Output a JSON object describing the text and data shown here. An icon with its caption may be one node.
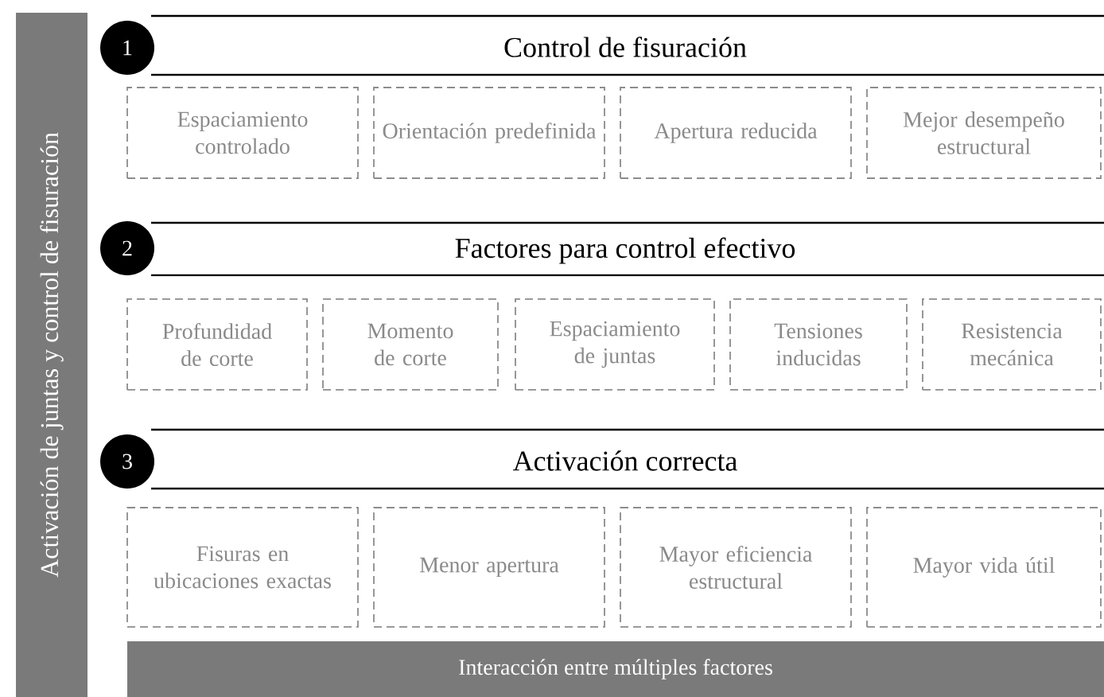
{
  "diagram": {
    "nodes": [
      {
        "text": [
          "Activación de juntas y control de fisuración"
        ]
      },
      {
        "text": [
          "1"
        ]
      },
      {
        "text": [
          "Control de fisuración"
        ]
      },
      {
        "text": [
          "Espaciamiento controlado"
        ]
      },
      {
        "text": [
          "Orientación predefinida"
        ]
      },
      {
        "text": [
          "Apertura reducida"
        ]
      },
      {
        "text": [
          "Mejor desempeño estructural"
        ]
      },
      {
        "text": [
          "2"
        ]
      },
      {
        "text": [
          "Factores para control efectivo"
        ]
      },
      {
        "text": [
          "Profundidad de corte"
        ]
      },
      {
        "text": [
          "Momento de corte"
        ]
      },
      {
        "text": [
          "Espaciamiento de juntas"
        ]
      },
      {
        "text": [
          "Tensiones inducidas"
        ]
      },
      {
        "text": [
          "Resistencia mecánica"
        ]
      },
      {
        "text": [
          "3"
        ]
      },
      {
        "text": [
          "Activación correcta"
        ]
      },
      {
        "text": [
          "Fisuras en ubicaciones exactas"
        ]
      },
      {
        "text": [
          "Menor apertura"
        ]
      },
      {
        "text": [
          "Mayor eficiencia estructural"
        ]
      },
      {
        "text": [
          "Mayor vida útil"
        ]
      },
      {
        "text": [
          "Interacción entre múltiples factores"
        ]
      }
    ]
  }
}
